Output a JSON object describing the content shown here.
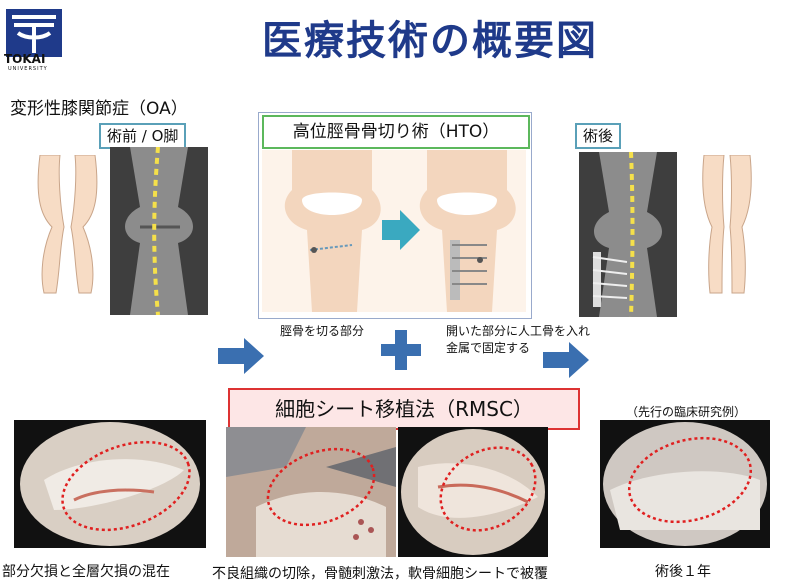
{
  "header": {
    "title": "医療技術の概要図",
    "logo_text": "TOKAI",
    "logo_sub": "UNIVERSITY"
  },
  "oa": {
    "title": "変形性膝関節症（OA）",
    "preop_label": "術前 / O脚"
  },
  "hto": {
    "title": "高位脛骨骨切り術（HTO）",
    "caption_left": "脛骨を切る部分",
    "caption_right_line1": "開いた部分に人工骨を入れ",
    "caption_right_line2": "金属で固定する"
  },
  "postop": {
    "label": "術後"
  },
  "rmsc": {
    "title": "細胞シート移植法（RMSC）"
  },
  "bottom": {
    "caption_left": "部分欠損と全層欠損の混在",
    "caption_middle": "不良組織の切除，骨髄刺激法，軟骨細胞シートで被覆",
    "preceding_label": "（先行の臨床研究例）",
    "caption_right": "術後１年"
  },
  "colors": {
    "title_blue": "#1f3a8a",
    "arrow_blue": "#3a6fb0",
    "plus_blue": "#3a6fb0",
    "label_border": "#5aa0b8",
    "hto_border": "#5cb85c",
    "rmsc_border": "#dd3333",
    "rmsc_fill": "#fde6e6",
    "dotted_yellow": "#f5e04a",
    "dotted_red": "#e02020"
  }
}
